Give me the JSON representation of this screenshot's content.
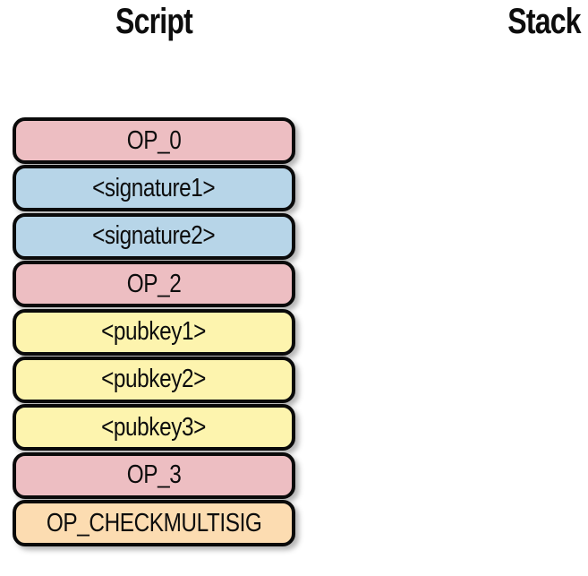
{
  "headers": {
    "script": "Script",
    "stack": "Stack"
  },
  "colors": {
    "opcode_pink": "#edbec2",
    "signature_blue": "#b7d5e8",
    "pubkey_yellow": "#fdf4ae",
    "checkmultisig_peach": "#fcdcb1",
    "border_black": "#0a0a0a",
    "background": "#ffffff"
  },
  "script_column": {
    "items": [
      {
        "label": "OP_0",
        "color": "#edbec2"
      },
      {
        "label": "<signature1>",
        "color": "#b7d5e8"
      },
      {
        "label": "<signature2>",
        "color": "#b7d5e8"
      },
      {
        "label": "OP_2",
        "color": "#edbec2"
      },
      {
        "label": "<pubkey1>",
        "color": "#fdf4ae"
      },
      {
        "label": "<pubkey2>",
        "color": "#fdf4ae"
      },
      {
        "label": "<pubkey3>",
        "color": "#fdf4ae"
      },
      {
        "label": "OP_3",
        "color": "#edbec2"
      },
      {
        "label": "OP_CHECKMULTISIG",
        "color": "#fcdcb1"
      }
    ]
  },
  "stack_column": {
    "items": []
  }
}
